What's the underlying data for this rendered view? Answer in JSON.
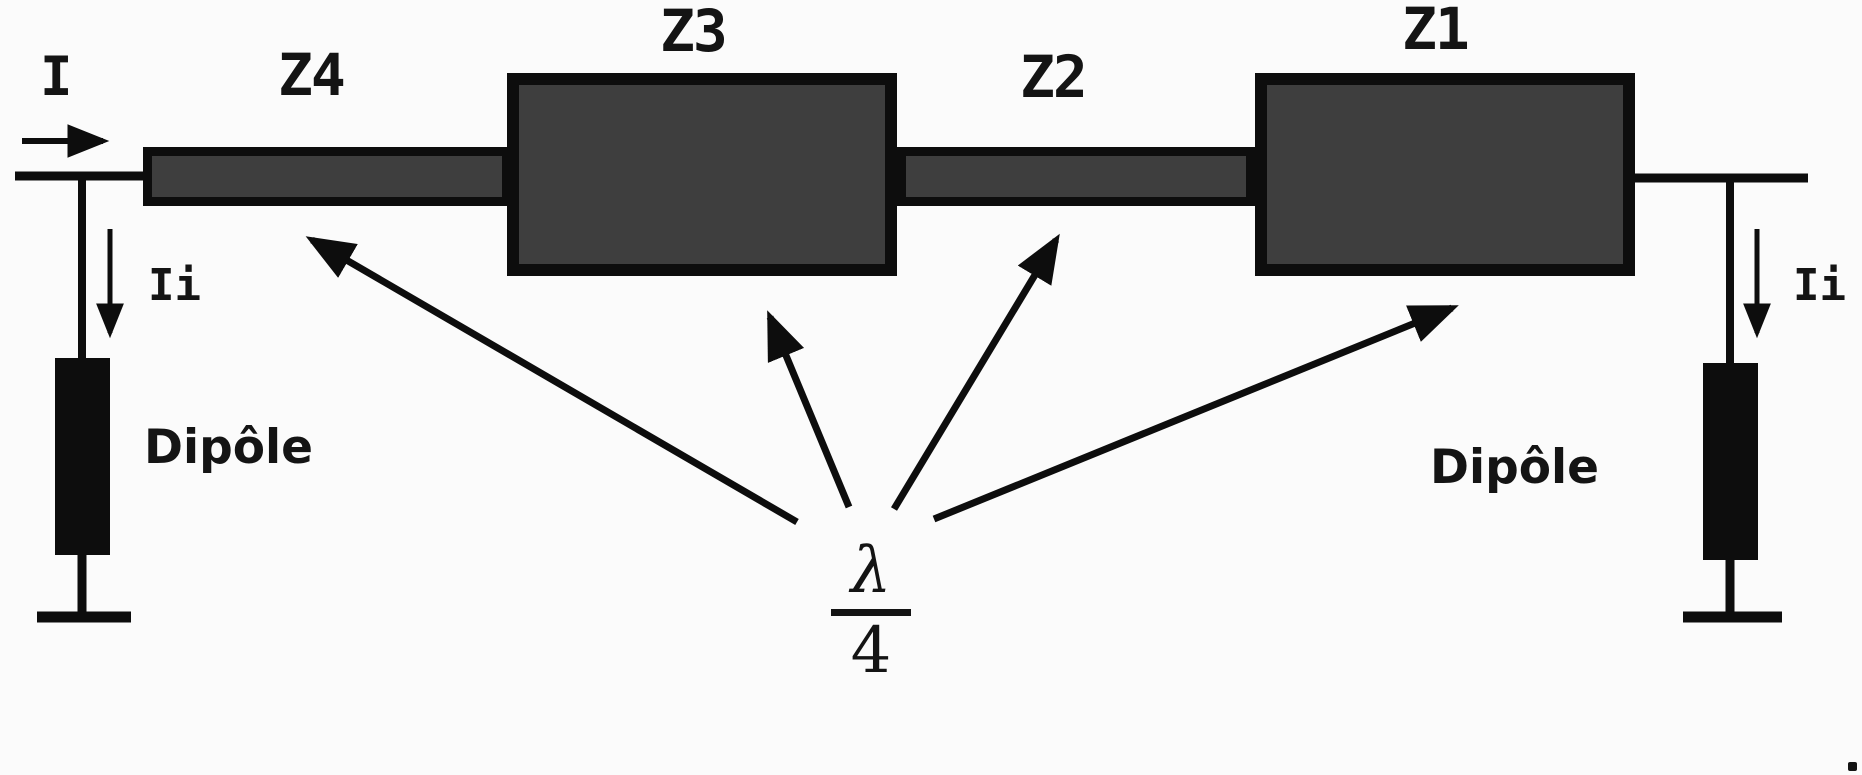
{
  "figure": {
    "type": "schematic",
    "description": "Quarter-wave (lambda/4) transformer feed network connecting two dipole antennas",
    "colors": {
      "background": "#fbfbfb",
      "ink": "#0d0d0d",
      "transformer_fill": "#3e3e3e",
      "text": "#141414"
    }
  },
  "labels": {
    "current": "I",
    "induced_current_left": "Ii",
    "induced_current_right": "Ii",
    "impedance_z4": "Z4",
    "impedance_z3": "Z3",
    "impedance_z2": "Z2",
    "impedance_z1": "Z1",
    "dipole_left": "Dipôle",
    "dipole_right": "Dipôle",
    "quarter_wave_numerator": "λ",
    "quarter_wave_denominator": "4"
  }
}
